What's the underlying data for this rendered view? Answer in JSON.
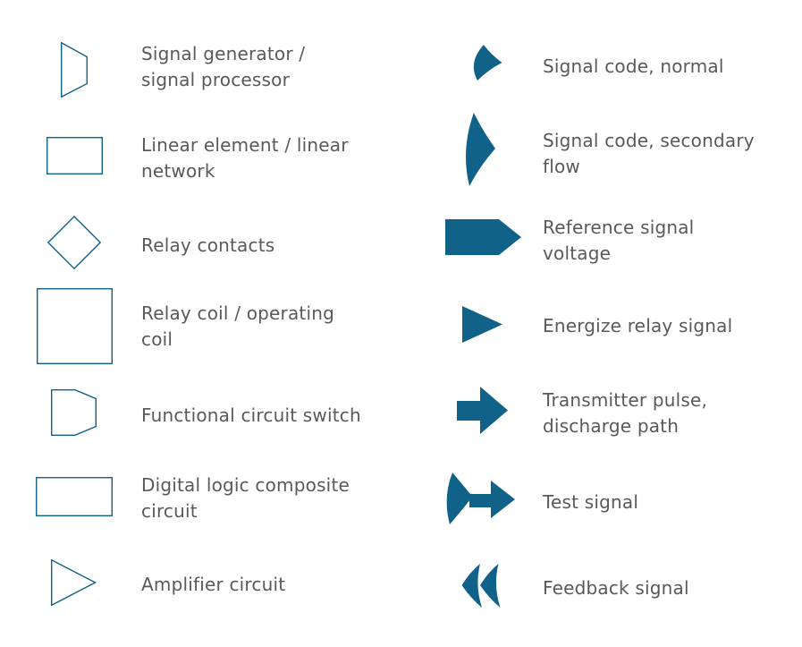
{
  "colors": {
    "symbol": "#116289",
    "text": "#595959",
    "background": "#ffffff"
  },
  "legend": {
    "left_column": [
      {
        "icon": "signal-generator-icon",
        "label": "Signal generator /\nsignal processor"
      },
      {
        "icon": "linear-element-icon",
        "label": "Linear element / linear\nnetwork"
      },
      {
        "icon": "relay-contacts-icon",
        "label": "Relay contacts"
      },
      {
        "icon": "relay-coil-icon",
        "label": "Relay coil / operating\ncoil"
      },
      {
        "icon": "functional-circuit-switch-icon",
        "label": "Functional circuit switch"
      },
      {
        "icon": "digital-logic-circuit-icon",
        "label": "Digital logic composite\ncircuit"
      },
      {
        "icon": "amplifier-circuit-icon",
        "label": "Amplifier circuit"
      }
    ],
    "right_column": [
      {
        "icon": "signal-code-normal-icon",
        "label": "Signal code, normal"
      },
      {
        "icon": "signal-code-secondary-icon",
        "label": "Signal code, secondary\nflow"
      },
      {
        "icon": "reference-signal-voltage-icon",
        "label": "Reference signal\nvoltage"
      },
      {
        "icon": "energize-relay-signal-icon",
        "label": "Energize relay signal"
      },
      {
        "icon": "transmitter-pulse-icon",
        "label": "Transmitter pulse,\ndischarge path"
      },
      {
        "icon": "test-signal-icon",
        "label": "Test signal"
      },
      {
        "icon": "feedback-signal-icon",
        "label": "Feedback signal"
      }
    ]
  }
}
